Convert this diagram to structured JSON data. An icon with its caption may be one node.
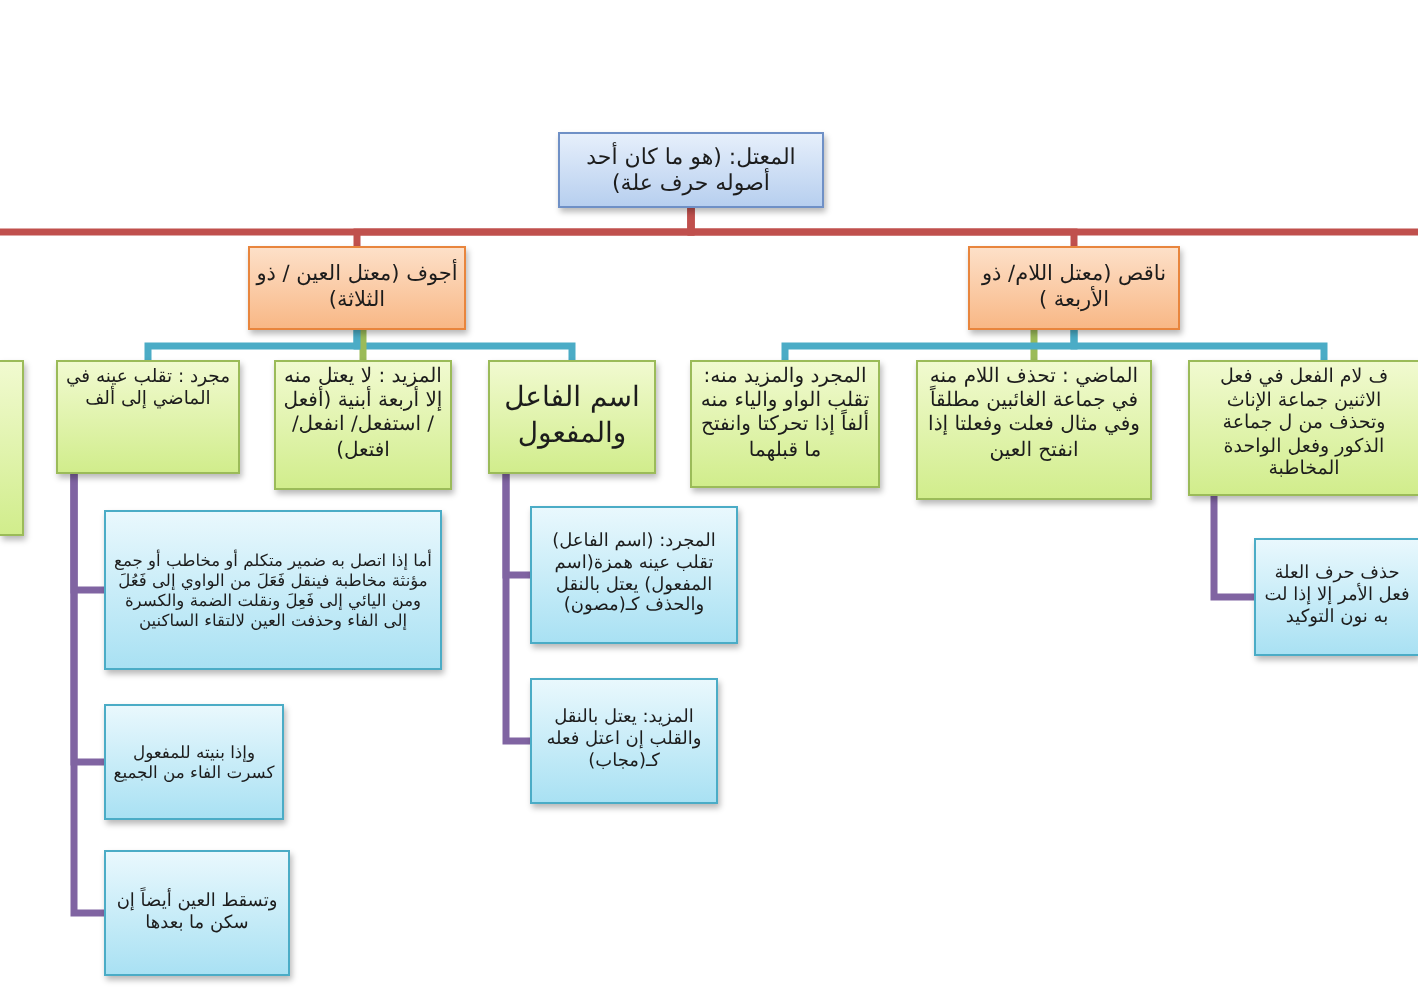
{
  "diagram": {
    "nodes": [
      {
        "text": [
          "المعتل: (هو ما كان أحد أصوله حرف علة)"
        ]
      },
      {
        "text": [
          "ناقص (معتل اللام/ ذو الأربعة )"
        ]
      },
      {
        "text": [
          "أجوف (معتل العين / ذو الثلاثة)"
        ]
      },
      {
        "text": [
          "ف لام الفعل في فعل الاثنين جماعة الإناث وتحذف من ل جماعة الذكور وفعل الواحدة المخاطبة"
        ]
      },
      {
        "text": [
          "الماضي : تحذف اللام منه في جماعة الغائبين مطلقاً وفي مثال فعلت وفعلتا إذا انفتح العين"
        ]
      },
      {
        "text": [
          "المجرد والمزيد منه: تقلب الواو والياء منه ألفاً إذا تحركتا وانفتح ما قبلهما"
        ]
      },
      {
        "text": [
          "اسم الفاعل والمفعول"
        ]
      },
      {
        "text": [
          "المزيد : لا يعتل منه إلا أربعة أبنية (أفعل / استفعل/ انفعل/ افتعل)"
        ]
      },
      {
        "text": [
          "مجرد : تقلب عينه في الماضي إلى ألف"
        ]
      },
      {
        "text": [],
        "shape": "box"
      },
      {
        "text": [
          "حذف حرف العلة فعل الأمر إلا إذا لت به نون التوكيد"
        ]
      },
      {
        "text": [
          "المجرد: (اسم الفاعل) تقلب عينه همزة(اسم المفعول) يعتل بالنقل والحذف كـ(مصون)"
        ]
      },
      {
        "text": [
          "المزيد: يعتل بالنقل والقلب إن اعتل فعله كـ(مجاب)"
        ]
      },
      {
        "text": [
          "أما إذا اتصل به ضمير متكلم أو مخاطب أو جمع مؤنثة مخاطبة فينقل فَعَلَ من الواوي إلى فَعُلَ ومن اليائي إلى فَعِلَ ونقلت الضمة والكسرة إلى الفاء وحذفت العين لالتقاء الساكنين"
        ]
      },
      {
        "text": [
          "وإذا بنيته للمفعول كسرت الفاء من الجميع"
        ]
      },
      {
        "text": [
          "وتسقط العين أيضاً إن سكن ما بعدها"
        ]
      }
    ],
    "edges": [
      {
        "from": 0,
        "to": 1,
        "arrow": "none",
        "color": "#c0504d"
      },
      {
        "from": 0,
        "to": 2,
        "arrow": "none",
        "color": "#c0504d"
      },
      {
        "from": 0,
        "to": null,
        "arrow": "none",
        "color": "#c0504d"
      },
      {
        "from": 0,
        "to": null,
        "arrow": "none",
        "color": "#c0504d"
      },
      {
        "from": 1,
        "to": 3,
        "arrow": "none",
        "color": "#4bacc6"
      },
      {
        "from": 1,
        "to": 4,
        "arrow": "none",
        "color": "#9bbb59"
      },
      {
        "from": 1,
        "to": 5,
        "arrow": "none",
        "color": "#4bacc6"
      },
      {
        "from": 2,
        "to": 6,
        "arrow": "none",
        "color": "#4bacc6"
      },
      {
        "from": 2,
        "to": 7,
        "arrow": "none",
        "color": "#9bbb59"
      },
      {
        "from": 2,
        "to": 8,
        "arrow": "none",
        "color": "#4bacc6"
      },
      {
        "from": 3,
        "to": 10,
        "arrow": "none"
      },
      {
        "from": 6,
        "to": 11,
        "arrow": "none"
      },
      {
        "from": 6,
        "to": 12,
        "arrow": "none"
      },
      {
        "from": 8,
        "to": 13,
        "arrow": "none"
      },
      {
        "from": 8,
        "to": 14,
        "arrow": "none"
      },
      {
        "from": 8,
        "to": 15,
        "arrow": "none"
      }
    ]
  }
}
